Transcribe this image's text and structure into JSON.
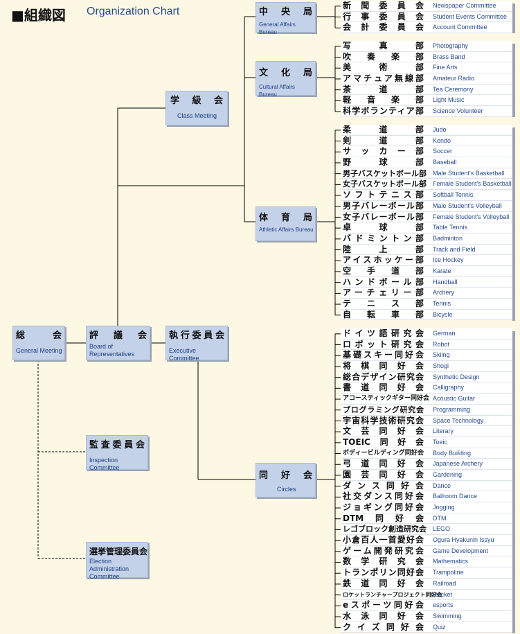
{
  "header": {
    "title": "■組織図",
    "subtitle": "Organization Chart"
  },
  "nodes": {
    "general_meeting": {
      "jp": "総　会",
      "en": "General Meeting"
    },
    "representatives": {
      "jp": "評　議　会",
      "en": "Board of Representatives"
    },
    "class_meeting": {
      "jp": "学　級　会",
      "en": "Class Meeting"
    },
    "executive": {
      "jp": "執行委員会",
      "en": "Executive Committee"
    },
    "inspection": {
      "jp": "監査委員会",
      "en": "Inspection Committee"
    },
    "election": {
      "jp": "選挙管理委員会",
      "en": "Election Administration Committee"
    },
    "general_affairs": {
      "jp": "中　央　局",
      "en": "General Affairs Bureau"
    },
    "cultural_affairs": {
      "jp": "文　化　局",
      "en": "Cultural Affairs Bureau"
    },
    "athletic_affairs": {
      "jp": "体　育　局",
      "en": "Athletic Affairs Bureau"
    },
    "circles": {
      "jp": "同　好　会",
      "en": "Circles"
    }
  },
  "lists": {
    "general_affairs": [
      {
        "jp": "新聞委員会",
        "en": "Newspaper Committee"
      },
      {
        "jp": "行事委員会",
        "en": "Student Events Committee"
      },
      {
        "jp": "会計委員会",
        "en": "Account Committee"
      }
    ],
    "cultural_affairs": [
      {
        "jp": "写真部",
        "en": "Photography"
      },
      {
        "jp": "吹奏楽部",
        "en": "Brass Band"
      },
      {
        "jp": "美術部",
        "en": "Fine Arts"
      },
      {
        "jp": "アマチュア無線部",
        "en": "Amateur Radio"
      },
      {
        "jp": "茶道部",
        "en": "Tea Ceremony"
      },
      {
        "jp": "軽音楽部",
        "en": "Light Music"
      },
      {
        "jp": "科学ボランティア部",
        "en": "Science Volunteer"
      }
    ],
    "athletic_affairs": [
      {
        "jp": "柔道部",
        "en": "Judo"
      },
      {
        "jp": "剣道部",
        "en": "Kendo"
      },
      {
        "jp": "サッカー部",
        "en": "Soccer"
      },
      {
        "jp": "野球部",
        "en": "Baseball"
      },
      {
        "jp": "男子バスケットボール部",
        "en": "Male Student's Basketball"
      },
      {
        "jp": "女子バスケットボール部",
        "en": "Female Student's Basketball"
      },
      {
        "jp": "ソフトテニス部",
        "en": "Softball Tennis"
      },
      {
        "jp": "男子バレーボール部",
        "en": "Male Student's Volleyball"
      },
      {
        "jp": "女子バレーボール部",
        "en": "Female Student's Volleyball"
      },
      {
        "jp": "卓球部",
        "en": "Table Tennis"
      },
      {
        "jp": "バドミントン部",
        "en": "Badminton"
      },
      {
        "jp": "陸上部",
        "en": "Track and Field"
      },
      {
        "jp": "アイスホッケー部",
        "en": "Ice Hockey"
      },
      {
        "jp": "空手道部",
        "en": "Karate"
      },
      {
        "jp": "ハンドボール部",
        "en": "Handball"
      },
      {
        "jp": "アーチェリー部",
        "en": "Archery"
      },
      {
        "jp": "テニス部",
        "en": "Tennis"
      },
      {
        "jp": "自転車部",
        "en": "Bicycle"
      }
    ],
    "circles": [
      {
        "jp": "ドイツ語研究会",
        "en": "German"
      },
      {
        "jp": "ロボット研究会",
        "en": "Robot"
      },
      {
        "jp": "基礎スキー同好会",
        "en": "Skiing"
      },
      {
        "jp": "将棋同好会",
        "en": "Shogi"
      },
      {
        "jp": "総合デザイン研究会",
        "en": "Synthetic Design"
      },
      {
        "jp": "書道同好会",
        "en": "Calligraphy"
      },
      {
        "jp": "アコースティックギター同好会",
        "en": "Acoustic Guitar"
      },
      {
        "jp": "プログラミング研究会",
        "en": "Programming"
      },
      {
        "jp": "宇宙科学技術研究会",
        "en": "Space Technology"
      },
      {
        "jp": "文芸同好会",
        "en": "Literary"
      },
      {
        "jp": "TOEIC同好会",
        "en": "Toeic"
      },
      {
        "jp": "ボディービルディング同好会",
        "en": "Body Building"
      },
      {
        "jp": "弓道同好会",
        "en": "Japanese Archery"
      },
      {
        "jp": "園芸同好会",
        "en": "Gardening"
      },
      {
        "jp": "ダンス同好会",
        "en": "Dance"
      },
      {
        "jp": "社交ダンス同好会",
        "en": "Ballroom Dance"
      },
      {
        "jp": "ジョギング同好会",
        "en": "Jogging"
      },
      {
        "jp": "DTM同好会",
        "en": "DTM"
      },
      {
        "jp": "レゴブロック創造研究会",
        "en": "LEGO"
      },
      {
        "jp": "小倉百人一首愛好会",
        "en": "Ogura Hyakunin Issyu"
      },
      {
        "jp": "ゲーム開発研究会",
        "en": "Game Development"
      },
      {
        "jp": "数学研究会",
        "en": "Mathematics"
      },
      {
        "jp": "トランポリン同好会",
        "en": "Trampoline"
      },
      {
        "jp": "鉄道同好会",
        "en": "Railroad"
      },
      {
        "jp": "ロケットランチャープロジェクト同好会",
        "en": "Rocket"
      },
      {
        "jp": "eスポーツ同好会",
        "en": "esports"
      },
      {
        "jp": "水泳同好会",
        "en": "Swimming"
      },
      {
        "jp": "クイズ同好会",
        "en": "Quiz"
      }
    ]
  },
  "colors": {
    "background": "#fdf8e4",
    "box": "#c4d2e9",
    "english_text": "#274a8f",
    "line": "#000000"
  }
}
